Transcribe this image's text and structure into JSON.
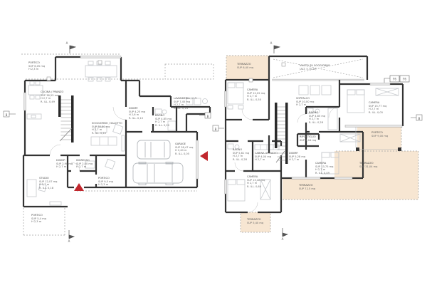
{
  "document": {
    "type": "architectural floor plans",
    "left_plan_name": "ground floor",
    "right_plan_name": "first floor"
  },
  "colors": {
    "wall": "#333333",
    "thin_line": "#c5c8cc",
    "terrace_fill": "#f7e6d2",
    "dashed_line": "#a0a0a0",
    "entry_arrow": "#c1272d",
    "label_text": "#6a6a6a"
  },
  "left": {
    "rooms": [
      {
        "n": "PORTICO",
        "s": "SUP 6,05 mq",
        "h": "H 2,3 m"
      },
      {
        "n": "CUCINA / PRANZO",
        "s": "SUP 38,55 mq",
        "h": "H 2,7 m",
        "r": "R. ILL. 0,49"
      },
      {
        "n": "SOGGIORNO / SALOTTO",
        "s": "SUP 38,80 mq",
        "h": "H 2,7 m",
        "r": "R. ILL. 0,45"
      },
      {
        "n": "DISIMP.",
        "s": "SUP 4,25 mq",
        "h": "H 2,6 m",
        "r": "R. ILL. 0,10"
      },
      {
        "n": "LAVANDERIA / C.T.",
        "s": "SUP 7,45 mq",
        "h": "H 2,7 m",
        "r": "R. ILL. 0,14"
      },
      {
        "n": "BAGNO",
        "s": "SUP 4,85 mq",
        "h": "H 2,7 m",
        "r": "R. ILL. 0,20"
      },
      {
        "n": "GARAGE",
        "s": "SUP 28,47 mq",
        "h": "H 2,40 m",
        "r": "R. ILL. 0,05"
      },
      {
        "n": "STUDIO",
        "s": "SUP 12,07 mq",
        "h": "H 2,7 m",
        "r": "R. ILL. 0,18"
      },
      {
        "n": "DISIMP.",
        "s": "SUP 2,90 mq",
        "h": "H 2,7 m"
      },
      {
        "n": "INGRESSO",
        "s": "SUP 2,00 mq",
        "h": "H 2,7 m"
      },
      {
        "n": "PORTICO",
        "s": "SUP 9,5 mq",
        "h": "H 2,3 m"
      },
      {
        "n": "PORTICO",
        "s": "SUP 5,4 mq",
        "h": "H 2,3 m"
      }
    ],
    "markers": {
      "section_top": "A",
      "section_bottom": "A",
      "edge_left": "B",
      "edge_right": "B"
    }
  },
  "right": {
    "rooms": [
      {
        "n": "TERRAZZO",
        "s": "SUP 6,40 mq"
      },
      {
        "n": "VUOTO SU SOGGIORNO",
        "s": "(ALT. 5,70 m)"
      },
      {
        "n": "CAMERA",
        "s": "SUP 12,02 mq",
        "h": "H 2,7 m",
        "r": "R. ILL. 0,50"
      },
      {
        "n": "SOPPALCO",
        "s": "SUP 10,00 mq",
        "h": "H 2,7 m"
      },
      {
        "n": "BAGNO",
        "s": "SUP 4,85 mq",
        "h": "H 2,7 m",
        "r": "R. ILL. 0,28"
      },
      {
        "n": "CAMERA",
        "s": "SUP 15,77 mq",
        "h": "H 2,7 m",
        "r": "R. ILL. 0,05"
      },
      {
        "n": "PORTICO",
        "s": "SUP 9,00 mq"
      },
      {
        "n": "CABINA ARMADIO",
        "s": "SUP 4,04 mq",
        "h": "H 2,7 m"
      },
      {
        "n": "BAGNO",
        "s": "SUP 5,81 mq",
        "h": "H 2,7 m",
        "r": "R. ILL. 0,28"
      },
      {
        "n": "RIPOSTIGLIO",
        "s": "SUP 1,04 mq"
      },
      {
        "n": "DISIMP.",
        "s": "SUP 5,28 mq",
        "h": "H 2,7 m"
      },
      {
        "n": "CAMERA",
        "s": "SUP 13,75 mq",
        "h": "H 2,7 m",
        "r": "R. ILL. 0,09"
      },
      {
        "n": "CAMERA",
        "s": "SUP 15,48 mq",
        "h": "H 2,7 m",
        "r": "R. ILL. 0,60"
      },
      {
        "n": "TERRAZZO",
        "s": "SUP 31,04 mq"
      },
      {
        "n": "TERRAZZO",
        "s": "SUP 7,15 mq"
      },
      {
        "n": "TERRAZZO",
        "s": "SUP 5,40 mq"
      }
    ],
    "markers": {
      "section_top": "A",
      "section_bottom": "A",
      "edge_left": "B",
      "edge_right": "B"
    },
    "window_tags": [
      "F6",
      "F6"
    ]
  }
}
